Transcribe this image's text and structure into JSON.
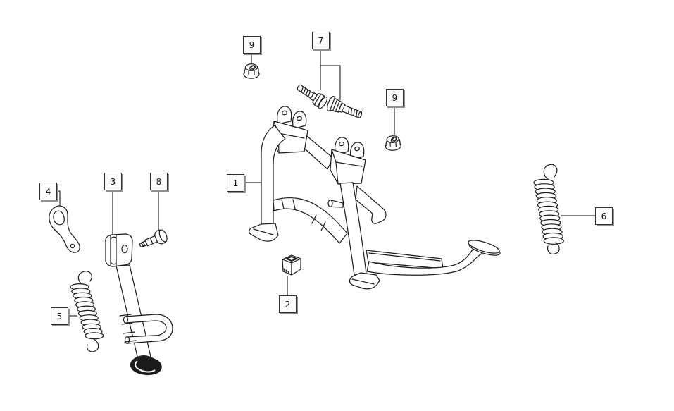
{
  "diagram": {
    "type": "exploded-parts-diagram",
    "subject": "scooter center stand and side stand assembly",
    "background_color": "#ffffff",
    "line_color": "#1a1a1a",
    "callout_style": {
      "face_color": "#fcfcfc",
      "border_color": "#2e2e2e",
      "shadow_color": "#8f8f8f"
    },
    "callouts": [
      {
        "label": "1",
        "part": "center-stand"
      },
      {
        "label": "2",
        "part": "rubber-buffer-pad"
      },
      {
        "label": "3",
        "part": "side-stand"
      },
      {
        "label": "4",
        "part": "stop-plate-lever"
      },
      {
        "label": "5",
        "part": "side-stand-spring"
      },
      {
        "label": "6",
        "part": "center-stand-spring"
      },
      {
        "label": "7",
        "part": "hex-flange-bolts"
      },
      {
        "label": "8",
        "part": "pivot-bolt"
      },
      {
        "label": "9",
        "part": "flange-nut-left"
      },
      {
        "label": "9",
        "part": "flange-nut-right"
      }
    ]
  }
}
